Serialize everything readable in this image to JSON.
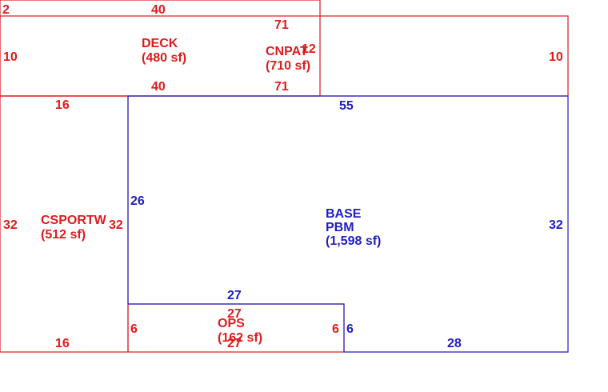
{
  "colors": {
    "red": "#e01b1b",
    "blue": "#1f1fc2"
  },
  "deck": {
    "name": "DECK",
    "area": "(480 sf)",
    "top": "40",
    "bottom": "40",
    "left_top": "2"
  },
  "cnpat": {
    "name": "CNPAT",
    "area": "(710 sf)",
    "top": "71",
    "bottom": "71",
    "left": "10",
    "right": "10",
    "overlap_num": "12"
  },
  "base": {
    "name": "BASE",
    "sub": "PBM",
    "area": "(1,598 sf)",
    "top": "55",
    "right": "32",
    "bottom": "28",
    "inner_left": "26",
    "inner_top": "27",
    "step": "6"
  },
  "ops": {
    "name": "OPS",
    "area": "(162 sf)",
    "top": "27",
    "bottom": "27",
    "left": "6",
    "right": "6"
  },
  "left_wing": {
    "labels_overlap_a": "CSPORTW",
    "labels_overlap_b": "(512 sf)",
    "top": "16",
    "bottom": "16",
    "left": "32",
    "right": "32"
  }
}
